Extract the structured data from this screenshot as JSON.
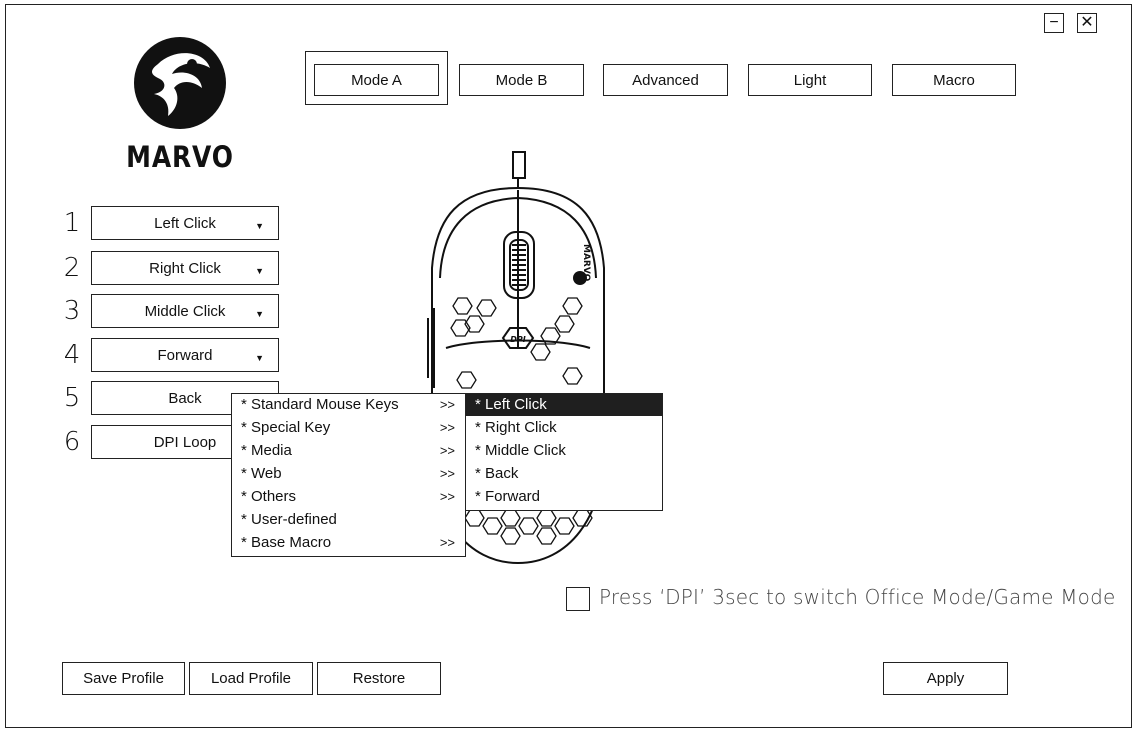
{
  "window": {
    "minimize_label": "−",
    "close_label": "✕"
  },
  "brand": {
    "name": "MARVO",
    "logo_icon": "marvo-logo-icon"
  },
  "tabs": [
    {
      "label": "Mode A",
      "active": true
    },
    {
      "label": "Mode B",
      "active": false
    },
    {
      "label": "Advanced",
      "active": false
    },
    {
      "label": "Light",
      "active": false
    },
    {
      "label": "Macro",
      "active": false
    }
  ],
  "buttons": [
    {
      "number": "1",
      "label": "Left Click",
      "dropdown": true
    },
    {
      "number": "2",
      "label": "Right Click",
      "dropdown": true
    },
    {
      "number": "3",
      "label": "Middle Click",
      "dropdown": true
    },
    {
      "number": "4",
      "label": "Forward",
      "dropdown": true
    },
    {
      "number": "5",
      "label": "Back",
      "dropdown": false
    },
    {
      "number": "6",
      "label": "DPI Loop",
      "dropdown": false
    }
  ],
  "mouse": {
    "side_text": "MARVO",
    "dpi_label": "DPI"
  },
  "menu": {
    "items": [
      {
        "label": "* Standard Mouse Keys",
        "arrow": ">>"
      },
      {
        "label": "* Special Key",
        "arrow": ">>"
      },
      {
        "label": "* Media",
        "arrow": ">>"
      },
      {
        "label": "* Web",
        "arrow": ">>"
      },
      {
        "label": "* Others",
        "arrow": ">>"
      },
      {
        "label": "* User-defined",
        "arrow": ""
      },
      {
        "label": "* Base Macro",
        "arrow": ">>"
      }
    ],
    "submenu": [
      {
        "label": "* Left Click",
        "selected": true
      },
      {
        "label": "* Right Click",
        "selected": false
      },
      {
        "label": "* Middle Click",
        "selected": false
      },
      {
        "label": "* Back",
        "selected": false
      },
      {
        "label": "* Forward",
        "selected": false
      }
    ]
  },
  "office_mode": {
    "checked": false,
    "label": "Press ‘DPI’ 3sec to switch Office Mode/Game Mode"
  },
  "footer": {
    "save_label": "Save Profile",
    "load_label": "Load Profile",
    "restore_label": "Restore",
    "apply_label": "Apply"
  }
}
